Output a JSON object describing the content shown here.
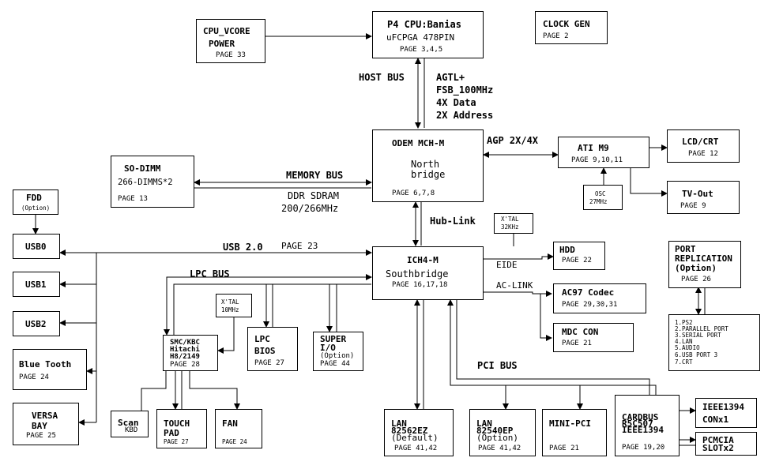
{
  "blocks": {
    "cpu_vcore": {
      "l1": "CPU_VCORE",
      "l2": "POWER",
      "page": "PAGE 33"
    },
    "p4_cpu": {
      "title": "P4 CPU:Banias",
      "sub": "uFCPGA 478PIN",
      "page": "PAGE 3,4,5"
    },
    "clock_gen": {
      "title": "CLOCK GEN",
      "page": "PAGE  2"
    },
    "mch": {
      "title": "ODEM MCH-M",
      "l1": "North",
      "l2": "bridge",
      "page": "PAGE 6,7,8"
    },
    "ati": {
      "title": "ATI M9",
      "page": "PAGE 9,10,11"
    },
    "lcd": {
      "title": "LCD/CRT",
      "page": "PAGE 12"
    },
    "osc27": {
      "l1": "OSC",
      "l2": "27MHz"
    },
    "tvout": {
      "title": "TV-Out",
      "page": "PAGE  9"
    },
    "sodimm": {
      "title": "SO-DIMM",
      "sub": "266-DIMMS*2",
      "page": "PAGE 13"
    },
    "fdd": {
      "title": "FDD",
      "opt": "(Option)"
    },
    "usb0": {
      "title": "USB0"
    },
    "usb1": {
      "title": "USB1"
    },
    "usb2": {
      "title": "USB2"
    },
    "bluetooth": {
      "title": "Blue Tooth",
      "page": "PAGE  24"
    },
    "versabay": {
      "l1": "VERSA",
      "l2": "BAY",
      "page": "PAGE   25"
    },
    "xtal32": {
      "l1": "X'TAL",
      "l2": "32KHz"
    },
    "ich4": {
      "title": "ICH4-M",
      "sub": "Southbridge",
      "page": "PAGE  16,17,18"
    },
    "hdd": {
      "title": "HDD",
      "page": "PAGE 22"
    },
    "ac97": {
      "title": "AC97 Codec",
      "page": "PAGE  29,30,31"
    },
    "mdc": {
      "title": "MDC CON",
      "page": "PAGE  21"
    },
    "portrep": {
      "l1": "PORT",
      "l2": "REPLICATION",
      "l3": "(Option)",
      "page": "PAGE    26"
    },
    "portlist": {
      "i1": "1.PS2",
      "i2": "2.PARALLEL PORT",
      "i3": "3.SERIAL PORT",
      "i4": "4.LAN",
      "i5": "5.AUDIO",
      "i6": "6.USB PORT 3",
      "i7": "7.CRT"
    },
    "xtal10": {
      "l1": "X'TAL",
      "l2": "10MHz"
    },
    "smc": {
      "l1": "SMC/KBC",
      "l2": "Hitachi",
      "l3": "H8/2149",
      "page": "PAGE 28"
    },
    "lpcbios": {
      "l1": "LPC",
      "l2": "BIOS",
      "page": "PAGE 27"
    },
    "superio": {
      "l1": "SUPER",
      "l2": "I/O",
      "l3": "(Option)",
      "page": "PAGE 44"
    },
    "scan": {
      "l1": "Scan",
      "l2": "KBD"
    },
    "touchpad": {
      "l1": "TOUCH",
      "l2": "PAD",
      "page": "PAGE  27"
    },
    "fan": {
      "title": "FAN",
      "page": "PAGE  24"
    },
    "lan1": {
      "l1": "LAN",
      "l2": "82562EZ",
      "l3": "(Default)",
      "page": "PAGE 41,42"
    },
    "lan2": {
      "l1": "LAN",
      "l2": "82540EP",
      "l3": "(Option)",
      "page": "PAGE 41,42"
    },
    "minipci": {
      "title": "MINI-PCI",
      "page": "PAGE 21"
    },
    "cardbus": {
      "l1": "CARDBUS",
      "l2": "R5C507",
      "l3": "IEEE1394",
      "page": "PAGE 19,20"
    },
    "ieee1394": {
      "l1": "IEEE1394",
      "l2": "CONx1"
    },
    "pcmcia": {
      "l1": "PCMCIA",
      "l2": "SLOTx2"
    }
  },
  "labels": {
    "host_bus": "HOST BUS",
    "agtl1": "AGTL+",
    "agtl2": "FSB_100MHz",
    "agtl3": "4X Data",
    "agtl4": "2X Address",
    "agp": "AGP 2X/4X",
    "memory_bus": "MEMORY BUS",
    "ddr1": "DDR SDRAM",
    "ddr2": "200/266MHz",
    "hub_link": "Hub-Link",
    "usb20": "USB 2.0",
    "usb20_page": "PAGE 23",
    "lpc_bus": "LPC BUS",
    "eide": "EIDE",
    "aclink": "AC-LINK",
    "pci_bus": "PCI BUS"
  }
}
